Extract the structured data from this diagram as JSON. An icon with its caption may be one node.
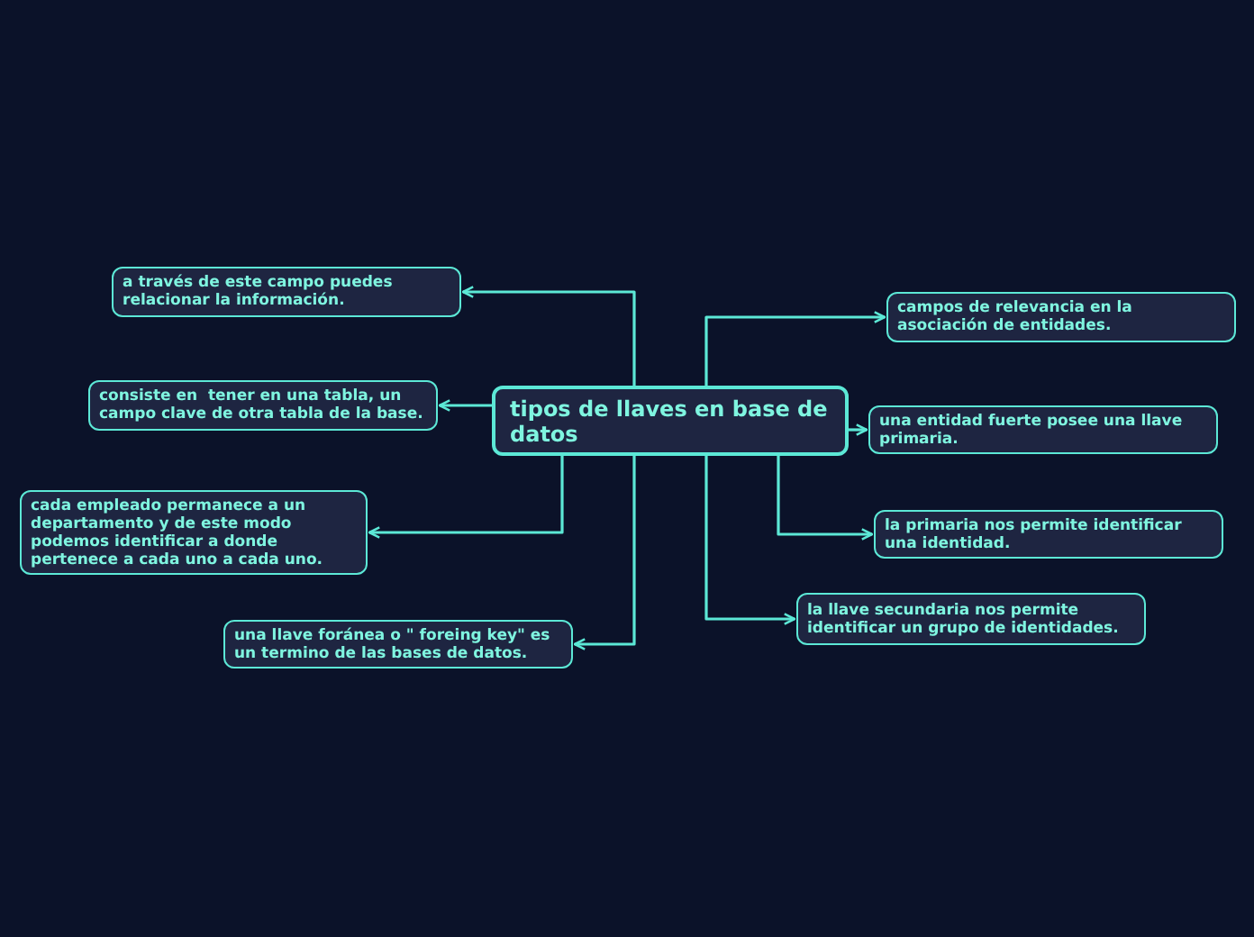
{
  "diagram": {
    "nodes": [
      {
        "text": [
          "tipos de llaves en base de datos"
        ]
      },
      {
        "text": [
          "a través de este campo puedes relacionar la información."
        ]
      },
      {
        "text": [
          "consiste en  tener en una tabla, un campo clave de otra tabla de la base."
        ]
      },
      {
        "text": [
          "cada empleado permanece a un departamento y de este modo podemos identificar a donde pertenece a cada uno a cada uno."
        ]
      },
      {
        "text": [
          "una llave foránea o \" foreing key\" es un termino de las bases de datos."
        ]
      },
      {
        "text": [
          "campos de relevancia en la asociación de entidades."
        ]
      },
      {
        "text": [
          "una entidad fuerte posee una llave primaria."
        ]
      },
      {
        "text": [
          "la primaria nos permite identificar una identidad."
        ]
      },
      {
        "text": [
          "la llave secundaria nos permite identificar un grupo de identidades."
        ]
      }
    ],
    "edges": [
      {
        "from": 0,
        "to": 1,
        "arrow": "to"
      },
      {
        "from": 0,
        "to": 2,
        "arrow": "to"
      },
      {
        "from": 0,
        "to": 3,
        "arrow": "to"
      },
      {
        "from": 0,
        "to": 4,
        "arrow": "to"
      },
      {
        "from": 0,
        "to": 5,
        "arrow": "to"
      },
      {
        "from": 0,
        "to": 6,
        "arrow": "to"
      },
      {
        "from": 0,
        "to": 7,
        "arrow": "to"
      },
      {
        "from": 0,
        "to": 8,
        "arrow": "to"
      }
    ]
  }
}
